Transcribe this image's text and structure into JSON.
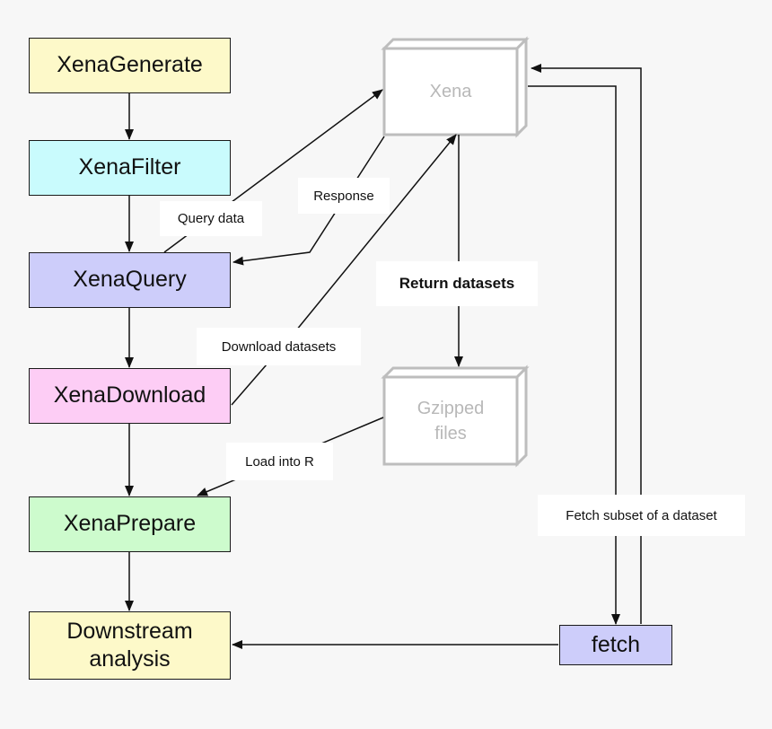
{
  "nodes": {
    "xena_generate": "XenaGenerate",
    "xena_filter": "XenaFilter",
    "xena_query": "XenaQuery",
    "xena_download": "XenaDownload",
    "xena_prepare": "XenaPrepare",
    "downstream": "Downstream\nanalysis",
    "xena_server": "Xena",
    "gzipped_files": "Gzipped\nfiles",
    "fetch": "fetch"
  },
  "edge_labels": {
    "query_data": "Query data",
    "response": "Response",
    "return_datasets": "Return datasets",
    "download_datasets": "Download datasets",
    "load_into_r": "Load into R",
    "fetch_subset": "Fetch subset of a dataset"
  },
  "colors": {
    "generate": "#fdf9c9",
    "filter": "#c9fbfd",
    "query": "#cdcdfa",
    "download": "#fdcdf5",
    "prepare": "#cdfbcd",
    "downstream": "#fdf9c9",
    "fetch": "#cdcdfa",
    "cube_stroke": "#bdbdbd"
  }
}
